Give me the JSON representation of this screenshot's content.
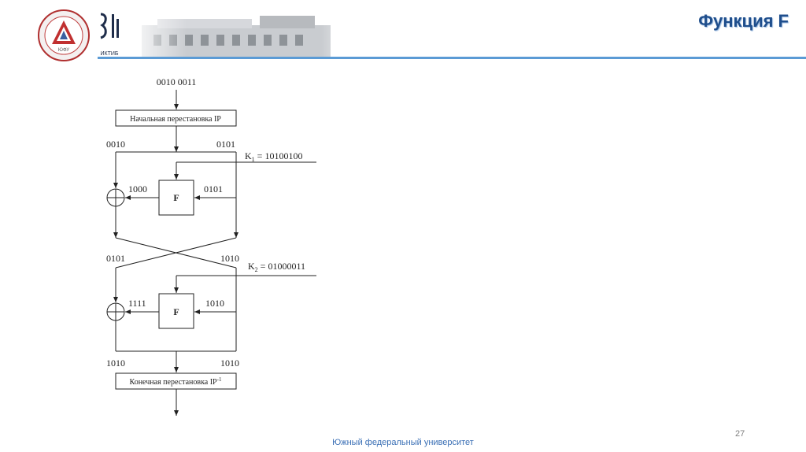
{
  "header": {
    "title": "Функция F",
    "ictis_logo_text": "ИКТИБ",
    "sfu_logo_text": "ЮФУ",
    "accent_color": "#1f4e8c",
    "line_color": "#5b9bd5"
  },
  "diagram": {
    "input": "0010 0011",
    "ip_box": "Начальная перестановка IP",
    "round1": {
      "left_in": "0010",
      "right_in": "0101",
      "key": "K",
      "key_sub": "1",
      "key_value": " = 10100100",
      "f_out": "1000",
      "f_in": "0101",
      "f_label": "F"
    },
    "round2": {
      "left_in": "0101",
      "right_in": "1010",
      "key": "K",
      "key_sub": "2",
      "key_value": " = 01000011",
      "f_out": "1111",
      "f_in": "1010",
      "f_label": "F"
    },
    "output_left": "1010",
    "output_right": "1010",
    "final_box": "Конечная перестановка IP",
    "final_box_sup": "-1"
  },
  "footer": {
    "university": "Южный федеральный университет",
    "page_number": "27"
  }
}
